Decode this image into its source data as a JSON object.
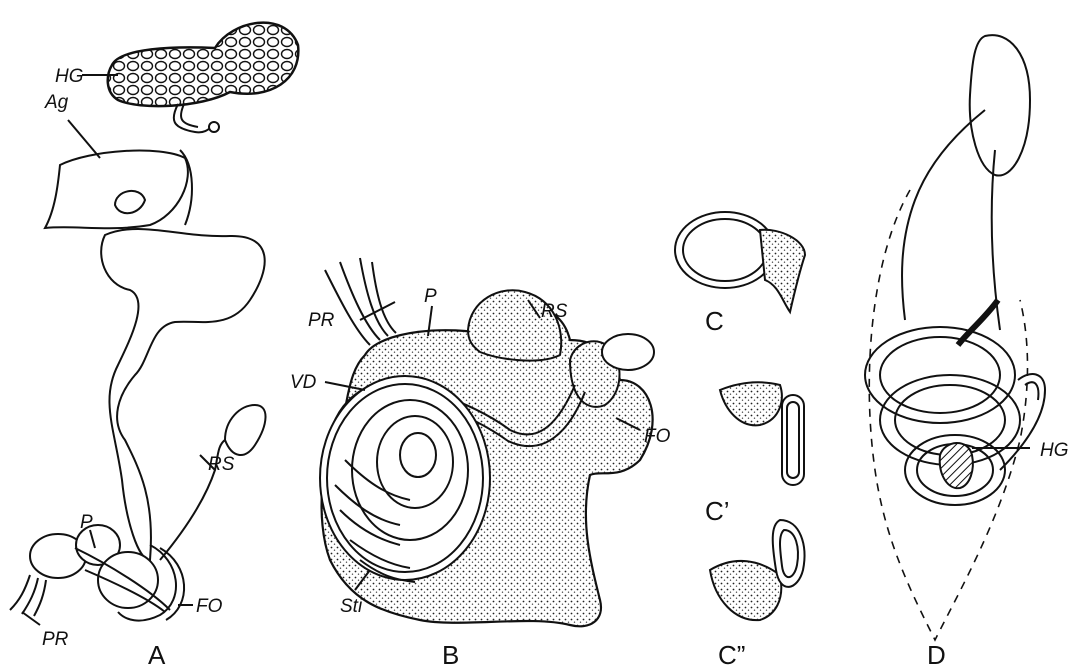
{
  "labels": {
    "A": {
      "HG": "HG",
      "Ag": "Ag",
      "RS": "RS",
      "P": "P",
      "FO": "FO",
      "PR": "PR"
    },
    "B": {
      "P": "P",
      "RS": "RS",
      "PR": "PR",
      "VD": "VD",
      "FO": "FO",
      "Sti": "Sti"
    },
    "D": {
      "HG": "HG"
    }
  },
  "panels": {
    "A": "A",
    "B": "B",
    "C": "C",
    "C1": "C’",
    "C2": "C”",
    "D": "D"
  }
}
